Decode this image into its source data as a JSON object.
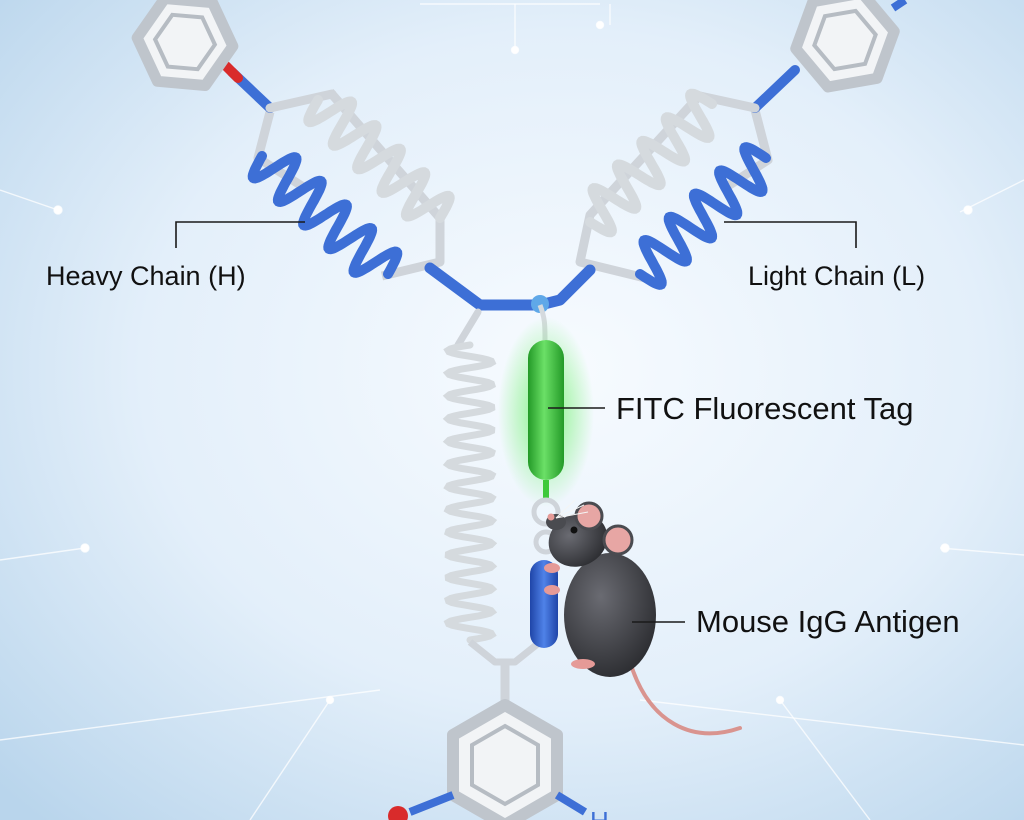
{
  "labels": {
    "heavy_chain": "Heavy Chain (H)",
    "light_chain": "Light Chain (L)",
    "fitc_tag": "FITC Fluorescent Tag",
    "mouse_antigen": "Mouse IgG Antigen",
    "bottom_ring_atom": "H"
  },
  "colors": {
    "background": "#e9f3fb",
    "backbone_blue": "#3d6fd6",
    "coil_white": "#d9dde2",
    "fitc_green": "#3ec93a",
    "oxygen_red": "#d92b2b",
    "mouse_fur": "#3c3d42",
    "mouse_ear": "#e7a6a4"
  },
  "icons": [
    "benzene-ring",
    "helix-coil",
    "fluorescent-capsule",
    "mouse"
  ]
}
